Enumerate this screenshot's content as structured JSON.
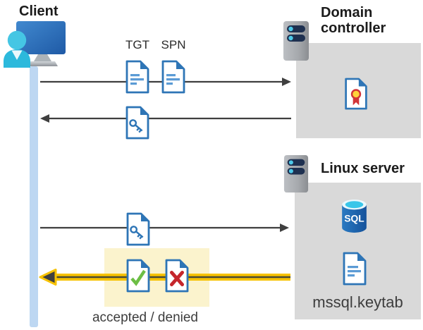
{
  "diagram": {
    "client": {
      "label": "Client"
    },
    "domain_controller": {
      "label": "Domain controller"
    },
    "linux_server": {
      "label": "Linux server",
      "sql_icon_label": "SQL",
      "keytab_label": "mssql.keytab"
    },
    "flow": {
      "tgt_label": "TGT",
      "spn_label": "SPN",
      "result_label": "accepted / denied"
    },
    "icons": {
      "client": "user-at-monitor-icon",
      "domain_controller": "server-rack-icon",
      "linux_server": "server-rack-icon",
      "database": "sql-database-cylinder-icon",
      "documents": [
        "text-document-icon",
        "key-document-icon",
        "check-document-icon",
        "x-document-icon",
        "certificate-document-icon"
      ]
    },
    "colors": {
      "doc_blue": "#2E75B6",
      "doc_line_blue": "#5B9BD5",
      "timeline_blue": "#BDD7F2",
      "box_gray": "#D9D9D9",
      "highlight_yellow": "#FBF3CD",
      "arrow_gray": "#3F3F3F",
      "arrow_yellow": "#F7C200",
      "check_green": "#6CBE45",
      "cross_red": "#C5262C",
      "cyan_accent": "#45C6E4"
    }
  }
}
